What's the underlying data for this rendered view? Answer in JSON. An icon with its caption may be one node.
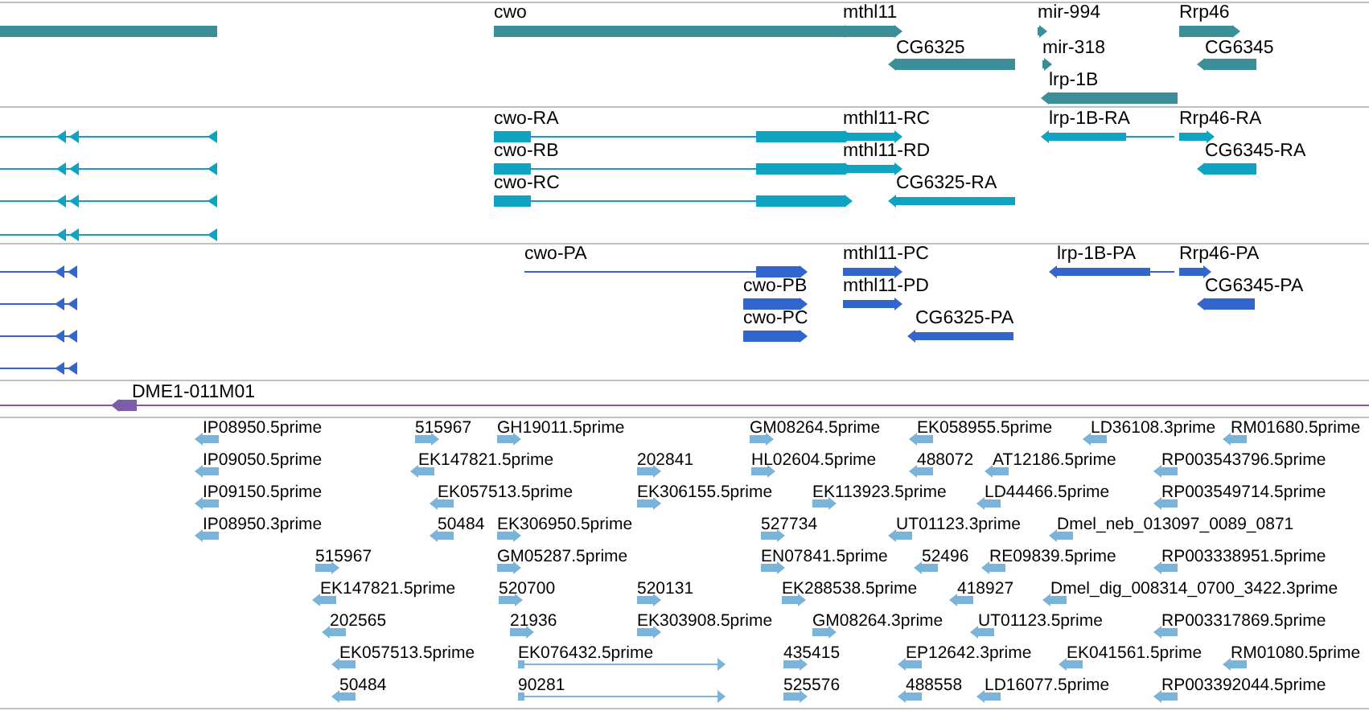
{
  "diagram": {
    "labels": [
      "cwo",
      "mthl11",
      "mir-994",
      "Rrp46",
      "CG6325",
      "mir-318",
      "CG6345",
      "lrp-1B",
      "cwo-RA",
      "mthl11-RC",
      "lrp-1B-RA",
      "Rrp46-RA",
      "cwo-RB",
      "mthl11-RD",
      "CG6345-RA",
      "cwo-RC",
      "CG6325-RA",
      "cwo-PA",
      "mthl11-PC",
      "lrp-1B-PA",
      "Rrp46-PA",
      "cwo-PB",
      "mthl11-PD",
      "CG6345-PA",
      "cwo-PC",
      "CG6325-PA",
      "DME1-011M01",
      "IP08950.5prime",
      "515967",
      "GH19011.5prime",
      "GM08264.5prime",
      "EK058955.5prime",
      "LD36108.3prime",
      "RM01680.5prime",
      "IP09050.5prime",
      "EK147821.5prime",
      "202841",
      "HL02604.5prime",
      "488072",
      "AT12186.5prime",
      "RP003543796.5prime",
      "IP09150.5prime",
      "EK057513.5prime",
      "EK306155.5prime",
      "EK113923.5prime",
      "LD44466.5prime",
      "RP003549714.5prime",
      "IP08950.3prime",
      "50484",
      "EK306950.5prime",
      "527734",
      "UT01123.3prime",
      "Dmel_neb_013097_0089_0871",
      "515967",
      "GM05287.5prime",
      "EN07841.5prime",
      "52496",
      "RE09839.5prime",
      "RP003338951.5prime",
      "EK147821.5prime",
      "520700",
      "520131",
      "EK288538.5prime",
      "418927",
      "Dmel_dig_008314_0700_3422.3prime",
      "202565",
      "21936",
      "EK303908.5prime",
      "GM08264.3prime",
      "UT01123.5prime",
      "RP003317869.5prime",
      "EK057513.5prime",
      "EK076432.5prime",
      "435415",
      "EP12642.3prime",
      "EK041561.5prime",
      "RM01080.5prime",
      "50484",
      "90281",
      "525576",
      "488558",
      "LD16077.5prime",
      "RP003392044.5prime"
    ]
  }
}
